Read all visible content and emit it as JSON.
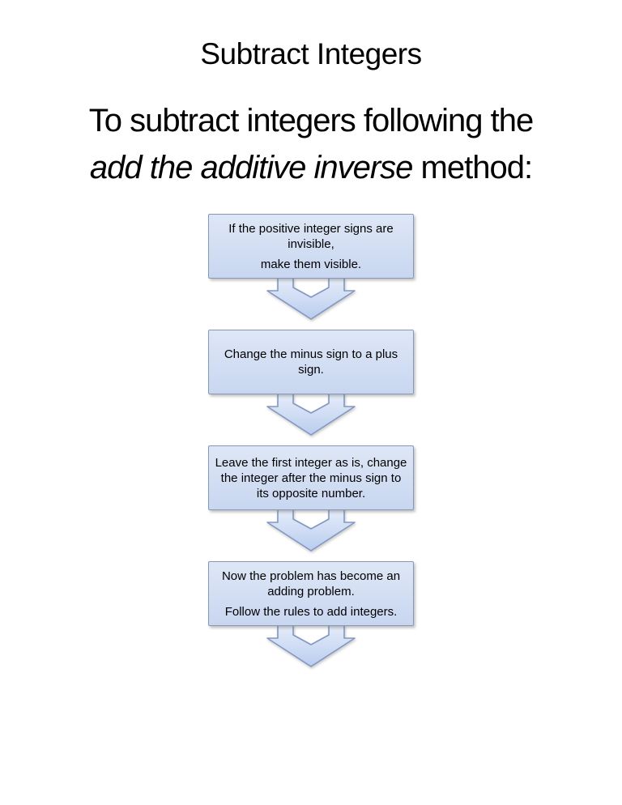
{
  "colors": {
    "page_bg": "#ffffff",
    "text": "#000000",
    "box_fill_top": "#dee7f6",
    "box_fill_bottom": "#c8d6f0",
    "box_border": "#8797ba",
    "arrow_fill_top": "#e6ecfa",
    "arrow_fill_bottom": "#b9cdee",
    "arrow_border": "#8298c2"
  },
  "title": "Subtract Integers",
  "intro": {
    "line1": "To subtract integers following the",
    "line2_italic": "add the additive inverse",
    "line2_rest": " method:"
  },
  "flowchart": {
    "steps": [
      {
        "paragraphs": [
          "If the positive integer signs are invisible,",
          "make them visible."
        ]
      },
      {
        "paragraphs": [
          "Change the minus sign to a plus sign."
        ]
      },
      {
        "paragraphs": [
          "Leave the first integer as is, change the integer after the minus sign to its opposite number."
        ]
      },
      {
        "paragraphs": [
          "Now the problem has become an adding problem.",
          "Follow the rules to add integers."
        ]
      }
    ]
  }
}
